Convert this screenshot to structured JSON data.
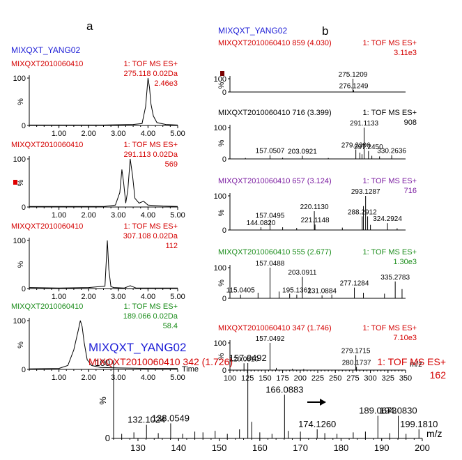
{
  "figure": {
    "panel_a_letter": "a",
    "panel_b_letter": "b"
  },
  "colors": {
    "blue": "#1c1cd6",
    "red": "#d40000",
    "black": "#000000",
    "purple": "#7a1aa0",
    "green": "#1a8c1a",
    "marker_red": "#e00000",
    "marker_dark": "#7a0000"
  },
  "chart_data": [
    {
      "id": "chrom1",
      "type": "line",
      "panel": "a",
      "experiment": "MIXQXT_YANG02",
      "sample": "MIXQXT2010060410",
      "function": "1: TOF MS ES+",
      "mass": "275.118 0.02Da",
      "intensity": "2.46e3",
      "color": "red",
      "xlabel": "",
      "ylabel": "%",
      "xlim": [
        0,
        5
      ],
      "ylim": [
        0,
        100
      ],
      "xticks": [
        "1.00",
        "2.00",
        "3.00",
        "4.00",
        "5.00"
      ],
      "yticks": [
        "0",
        "100"
      ],
      "x": [
        0,
        2.5,
        3.5,
        3.8,
        3.92,
        4.0,
        4.05,
        4.1,
        4.18,
        4.3,
        4.6,
        5.0
      ],
      "y": [
        1,
        1,
        2,
        4,
        40,
        100,
        80,
        45,
        20,
        6,
        2,
        1
      ]
    },
    {
      "id": "chrom2",
      "type": "line",
      "panel": "a",
      "sample": "MIXQXT2010060410",
      "function": "1: TOF MS ES+",
      "mass": "291.113 0.02Da",
      "intensity": "569",
      "color": "red",
      "xlabel": "",
      "ylabel": "%",
      "xlim": [
        0,
        5
      ],
      "ylim": [
        0,
        100
      ],
      "xticks": [
        "1.00",
        "2.00",
        "3.00",
        "4.00",
        "5.00"
      ],
      "yticks": [
        "0",
        "100"
      ],
      "x": [
        0,
        2.5,
        2.9,
        3.05,
        3.12,
        3.18,
        3.25,
        3.32,
        3.4,
        3.48,
        3.56,
        3.7,
        3.85,
        4.0,
        4.5,
        5.0
      ],
      "y": [
        1,
        1,
        4,
        30,
        78,
        50,
        8,
        35,
        100,
        65,
        18,
        8,
        12,
        4,
        2,
        1
      ]
    },
    {
      "id": "chrom3",
      "type": "line",
      "panel": "a",
      "sample": "MIXQXT2010060410",
      "function": "1: TOF MS ES+",
      "mass": "307.108 0.02Da",
      "intensity": "112",
      "color": "red",
      "xlabel": "",
      "ylabel": "%",
      "xlim": [
        0,
        5
      ],
      "ylim": [
        0,
        100
      ],
      "xticks": [
        "1.00",
        "2.00",
        "3.00",
        "4.00",
        "5.00"
      ],
      "yticks": [
        "0",
        "100"
      ],
      "x": [
        0,
        1.0,
        2.0,
        2.55,
        2.63,
        2.68,
        2.75,
        2.85,
        3.2,
        3.4,
        3.6,
        5.0
      ],
      "y": [
        2,
        1,
        2,
        5,
        100,
        40,
        4,
        2,
        1,
        6,
        1,
        1
      ]
    },
    {
      "id": "chrom4",
      "type": "line",
      "panel": "a",
      "sample": "MIXQXT2010060410",
      "function": "1: TOF MS ES+",
      "mass": "189.066 0.02Da",
      "intensity": "58.4",
      "color": "green",
      "xlabel": "Time",
      "ylabel": "%",
      "xlim": [
        0,
        5
      ],
      "ylim": [
        0,
        100
      ],
      "xticks": [
        "1.00",
        "2.00",
        "3.00",
        "4.00",
        "5.00"
      ],
      "yticks": [
        "0",
        "100"
      ],
      "x": [
        0,
        1.0,
        1.3,
        1.5,
        1.65,
        1.72,
        1.78,
        1.85,
        1.95,
        2.1,
        2.4,
        3.0,
        4.0,
        5.0
      ],
      "y": [
        1,
        2,
        8,
        40,
        80,
        100,
        88,
        55,
        20,
        8,
        4,
        3,
        2,
        2
      ]
    },
    {
      "id": "ms1",
      "type": "bar",
      "panel": "b",
      "experiment": "MIXQXT_YANG02",
      "scan": "MIXQXT2010060410 859 (4.030)",
      "function": "1: TOF MS ES+",
      "intensity": "3.11e3",
      "color": "red",
      "ylabel": "%",
      "xlim": [
        100,
        350
      ],
      "ylim": [
        0,
        100
      ],
      "yticks": [
        "0",
        "100"
      ],
      "peaks": [
        {
          "mz": 275.1209,
          "y": 100,
          "label": "275.1209"
        },
        {
          "mz": 276.1249,
          "y": 14,
          "label": "276.1249"
        },
        {
          "mz": 160.0,
          "y": 1,
          "label": ""
        },
        {
          "mz": 230.0,
          "y": 1,
          "label": ""
        },
        {
          "mz": 310.0,
          "y": 1,
          "label": ""
        }
      ]
    },
    {
      "id": "ms2",
      "type": "bar",
      "panel": "b",
      "scan": "MIXQXT2010060410 716 (3.399)",
      "function": "1: TOF MS ES+",
      "intensity": "908",
      "color": "black",
      "ylabel": "%",
      "xlim": [
        100,
        350
      ],
      "ylim": [
        0,
        100
      ],
      "yticks": [
        "0",
        "100"
      ],
      "peaks": [
        {
          "mz": 157.0507,
          "y": 12,
          "label": "157.0507"
        },
        {
          "mz": 203.0921,
          "y": 10,
          "label": "203.0921"
        },
        {
          "mz": 279.2306,
          "y": 30,
          "label": "279.2306"
        },
        {
          "mz": 291.1133,
          "y": 100,
          "label": "291.1133"
        },
        {
          "mz": 297.245,
          "y": 25,
          "label": "297.2450"
        },
        {
          "mz": 330.2636,
          "y": 12,
          "label": "330.2636"
        },
        {
          "mz": 285.0,
          "y": 20,
          "label": ""
        },
        {
          "mz": 288.0,
          "y": 15,
          "label": ""
        },
        {
          "mz": 302.0,
          "y": 10,
          "label": ""
        },
        {
          "mz": 313.0,
          "y": 8,
          "label": ""
        },
        {
          "mz": 122.0,
          "y": 3,
          "label": ""
        },
        {
          "mz": 175.0,
          "y": 4,
          "label": ""
        },
        {
          "mz": 240.0,
          "y": 3,
          "label": ""
        }
      ]
    },
    {
      "id": "ms3",
      "type": "bar",
      "panel": "b",
      "scan": "MIXQXT2010060410 657 (3.124)",
      "function": "1: TOF MS ES+",
      "intensity": "716",
      "color": "purple",
      "ylabel": "%",
      "xlim": [
        100,
        350
      ],
      "ylim": [
        0,
        100
      ],
      "yticks": [
        "0",
        "100"
      ],
      "peaks": [
        {
          "mz": 144.082,
          "y": 8,
          "label": "144.0820"
        },
        {
          "mz": 157.0495,
          "y": 30,
          "label": "157.0495"
        },
        {
          "mz": 220.113,
          "y": 55,
          "label": "220.1130"
        },
        {
          "mz": 221.1148,
          "y": 16,
          "label": "221.1148"
        },
        {
          "mz": 288.2912,
          "y": 40,
          "label": "288.2912"
        },
        {
          "mz": 293.1287,
          "y": 100,
          "label": "293.1287"
        },
        {
          "mz": 324.2924,
          "y": 20,
          "label": "324.2924"
        },
        {
          "mz": 290.0,
          "y": 70,
          "label": ""
        },
        {
          "mz": 296.0,
          "y": 40,
          "label": ""
        },
        {
          "mz": 300.0,
          "y": 15,
          "label": ""
        },
        {
          "mz": 175.0,
          "y": 8,
          "label": ""
        },
        {
          "mz": 195.0,
          "y": 6,
          "label": ""
        },
        {
          "mz": 260.0,
          "y": 7,
          "label": ""
        },
        {
          "mz": 338.0,
          "y": 5,
          "label": ""
        }
      ]
    },
    {
      "id": "ms4",
      "type": "bar",
      "panel": "b",
      "scan": "MIXQXT2010060410 555 (2.677)",
      "function": "1: TOF MS ES+",
      "intensity": "1.30e3",
      "color": "green",
      "ylabel": "%",
      "xlim": [
        100,
        350
      ],
      "ylim": [
        0,
        100
      ],
      "yticks": [
        "0",
        "100"
      ],
      "peaks": [
        {
          "mz": 115.0405,
          "y": 12,
          "label": "115.0405"
        },
        {
          "mz": 157.0488,
          "y": 100,
          "label": "157.0488"
        },
        {
          "mz": 195.1361,
          "y": 12,
          "label": "195.1361"
        },
        {
          "mz": 203.0911,
          "y": 70,
          "label": "203.0911"
        },
        {
          "mz": 231.0884,
          "y": 10,
          "label": "231.0884"
        },
        {
          "mz": 277.1284,
          "y": 35,
          "label": "277.1284"
        },
        {
          "mz": 335.2783,
          "y": 55,
          "label": "335.2783"
        },
        {
          "mz": 140.0,
          "y": 18,
          "label": ""
        },
        {
          "mz": 170.0,
          "y": 22,
          "label": ""
        },
        {
          "mz": 185.0,
          "y": 15,
          "label": ""
        },
        {
          "mz": 245.0,
          "y": 12,
          "label": ""
        },
        {
          "mz": 290.0,
          "y": 18,
          "label": ""
        },
        {
          "mz": 320.0,
          "y": 15,
          "label": ""
        },
        {
          "mz": 345.0,
          "y": 30,
          "label": ""
        }
      ]
    },
    {
      "id": "ms5",
      "type": "bar",
      "panel": "b",
      "scan": "MIXQXT2010060410 347 (1.746)",
      "function": "1: TOF MS ES+",
      "intensity": "7.10e3",
      "color": "red",
      "ylabel": "%",
      "xlabel": "m/z",
      "xlim": [
        100,
        350
      ],
      "ylim": [
        0,
        100
      ],
      "yticks": [
        "0",
        "100"
      ],
      "xticks": [
        "100",
        "125",
        "150",
        "175",
        "200",
        "225",
        "250",
        "275",
        "300",
        "325",
        "350"
      ],
      "peaks": [
        {
          "mz": 120.0,
          "y": 25,
          "label": "120.0810"
        },
        {
          "mz": 157.0492,
          "y": 100,
          "label": "157.0492"
        },
        {
          "mz": 279.1715,
          "y": 55,
          "label": "279.1715"
        },
        {
          "mz": 280.1737,
          "y": 12,
          "label": "280.1737"
        },
        {
          "mz": 166.0,
          "y": 8,
          "label": ""
        },
        {
          "mz": 189.0,
          "y": 5,
          "label": ""
        },
        {
          "mz": 205.0,
          "y": 4,
          "label": ""
        }
      ]
    },
    {
      "id": "ms_zoom",
      "type": "bar",
      "panel": "inset",
      "experiment": "MIXQXT_YANG02",
      "scan": "MIXQXT2010060410 342 (1.726)",
      "function": "1: TOF MS ES+",
      "intensity": "162",
      "color": "red",
      "ylabel": "%",
      "xlabel": "m/z",
      "xlim": [
        124,
        200
      ],
      "ylim": [
        0,
        100
      ],
      "yticks": [
        "0",
        "100"
      ],
      "xticks": [
        "130",
        "140",
        "150",
        "160",
        "170",
        "180",
        "190",
        "200"
      ],
      "peaks": [
        {
          "mz": 132.1024,
          "y": 18,
          "label": "132.1024"
        },
        {
          "mz": 138.0549,
          "y": 20,
          "label": "138.0549"
        },
        {
          "mz": 157.0492,
          "y": 100,
          "label": "157.0492"
        },
        {
          "mz": 166.0883,
          "y": 58,
          "label": "166.0883"
        },
        {
          "mz": 174.126,
          "y": 12,
          "label": "174.1260"
        },
        {
          "mz": 189.0673,
          "y": 30,
          "label": "189.0673"
        },
        {
          "mz": 194.083,
          "y": 30,
          "label": "194.0830"
        },
        {
          "mz": 199.181,
          "y": 12,
          "label": "199.1810"
        },
        {
          "mz": 126.0,
          "y": 6,
          "label": ""
        },
        {
          "mz": 129.0,
          "y": 8,
          "label": ""
        },
        {
          "mz": 135.0,
          "y": 7,
          "label": ""
        },
        {
          "mz": 141.0,
          "y": 6,
          "label": ""
        },
        {
          "mz": 144.0,
          "y": 9,
          "label": ""
        },
        {
          "mz": 146.0,
          "y": 8,
          "label": ""
        },
        {
          "mz": 149.0,
          "y": 10,
          "label": ""
        },
        {
          "mz": 152.0,
          "y": 6,
          "label": ""
        },
        {
          "mz": 155.0,
          "y": 12,
          "label": ""
        },
        {
          "mz": 158.0,
          "y": 22,
          "label": ""
        },
        {
          "mz": 160.0,
          "y": 8,
          "label": ""
        },
        {
          "mz": 163.0,
          "y": 6,
          "label": ""
        },
        {
          "mz": 167.0,
          "y": 10,
          "label": ""
        },
        {
          "mz": 170.0,
          "y": 9,
          "label": ""
        },
        {
          "mz": 176.0,
          "y": 7,
          "label": ""
        },
        {
          "mz": 179.0,
          "y": 6,
          "label": ""
        },
        {
          "mz": 183.0,
          "y": 8,
          "label": ""
        },
        {
          "mz": 186.0,
          "y": 9,
          "label": ""
        },
        {
          "mz": 192.0,
          "y": 7,
          "label": ""
        },
        {
          "mz": 196.0,
          "y": 6,
          "label": ""
        }
      ]
    }
  ]
}
